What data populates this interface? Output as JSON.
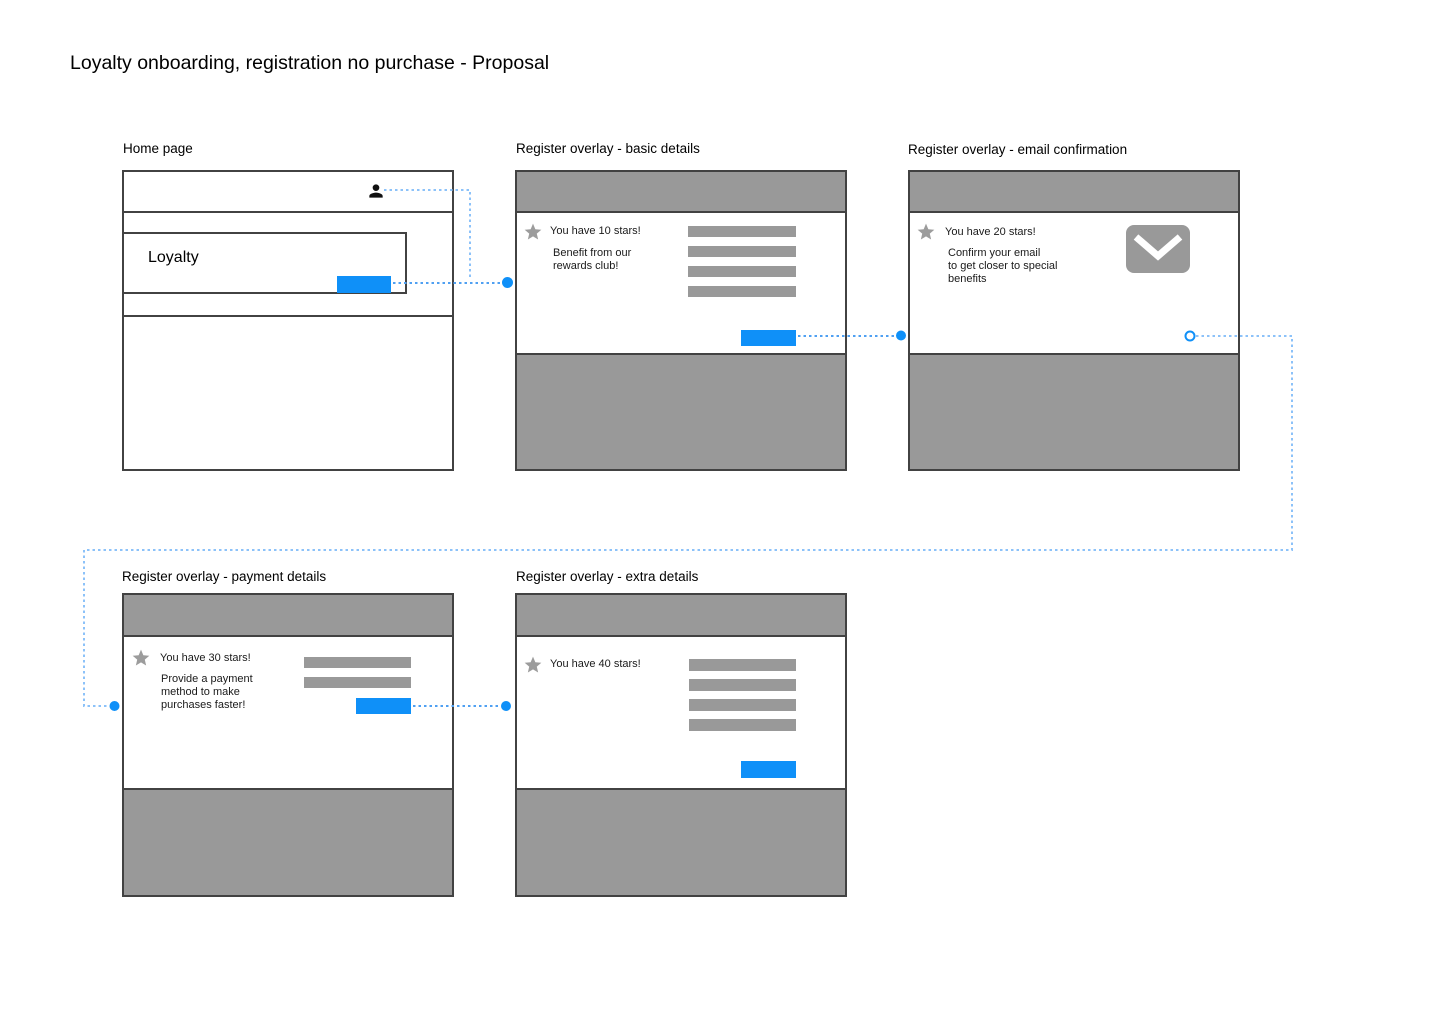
{
  "title": "Loyalty onboarding, registration no purchase - Proposal",
  "colors": {
    "accent": "#0f90f8",
    "gray": "#999999",
    "border": "#424242",
    "conn": "#4fa0f2",
    "conn_light": "#8cc2f9",
    "ink": "#1a1a1a"
  },
  "icons": {
    "account": "person-icon",
    "reward": "star-icon",
    "email": "email-icon"
  },
  "frames": {
    "home": {
      "label": "Home page",
      "card_title": "Loyalty"
    },
    "basic": {
      "label": "Register overlay - basic details",
      "stars_text": "You have 10 stars!",
      "message": "Benefit from our\nrewards club!",
      "fields": 4
    },
    "email": {
      "label": "Register overlay - email confirmation",
      "stars_text": "You have 20 stars!",
      "message": "Confirm your email\nto get closer to special\nbenefits"
    },
    "payment": {
      "label": "Register overlay - payment details",
      "stars_text": "You have 30 stars!",
      "message": "Provide a payment\nmethod to make\npurchases faster!",
      "fields": 2
    },
    "extra": {
      "label": "Register overlay - extra details",
      "stars_text": "You have 40 stars!",
      "fields": 4
    }
  }
}
